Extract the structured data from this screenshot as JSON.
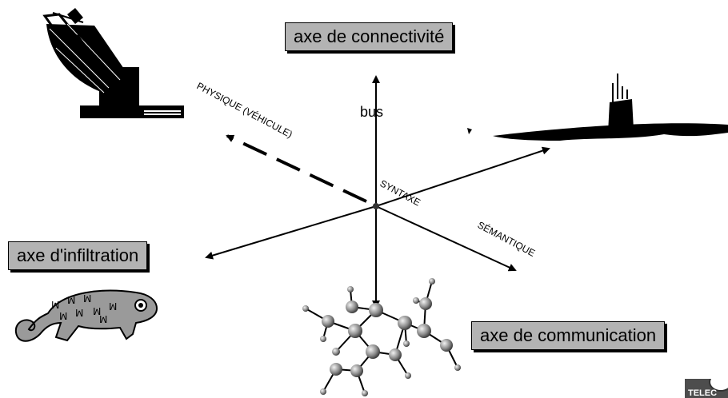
{
  "boxes": {
    "connectivity": "axe de connectivité",
    "infiltration": "axe d'infiltration",
    "communication": "axe de communication"
  },
  "axis_labels": {
    "bus": "bus",
    "physique": "PHYSIQUE (VÉHICULE)",
    "syntaxe": "SYNTAXE",
    "semantique": "SÉMANTIQUE"
  },
  "logo_text": "TELEC",
  "icons": [
    "satellite-dish-icon",
    "submarine-icon",
    "chameleon-icon",
    "molecule-icon"
  ],
  "colors": {
    "box_fill": "#b3b3b3",
    "ink": "#000000",
    "lizard": "#9a9a9a",
    "sphere": "#8a8a8a"
  }
}
